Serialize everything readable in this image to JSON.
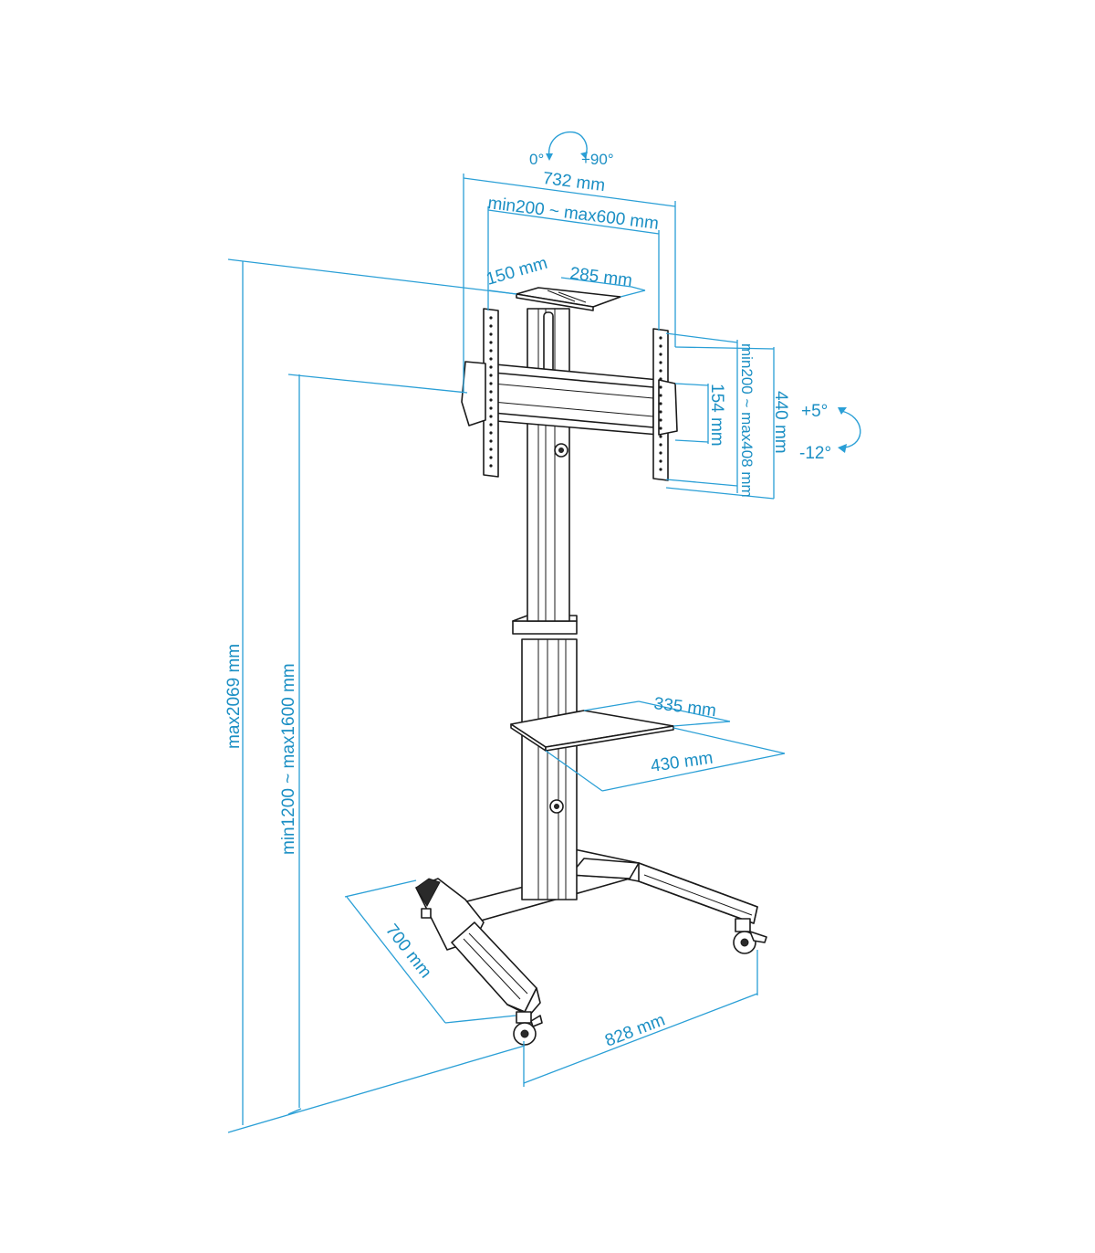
{
  "labels": {
    "rot_0": "0°",
    "rot_90": "+90°",
    "width_732": "732  mm",
    "vesa_h": "min200 ~ max600 mm",
    "top_150": "150 mm",
    "top_285": "285 mm",
    "tilt_up": "+5°",
    "tilt_down": "-12°",
    "vesa_v": "min200 ~ max408 mm",
    "h_154": "154 mm",
    "h_440": "440 mm",
    "shelf_335": "335 mm",
    "shelf_430": "430 mm",
    "height_max": "max2069 mm",
    "height_range": "min1200 ~ max1600  mm",
    "base_700": "700 mm",
    "base_828": "828 mm"
  },
  "colors": {
    "dimension": "#2a9fd6",
    "outline": "#1a1a1a"
  }
}
